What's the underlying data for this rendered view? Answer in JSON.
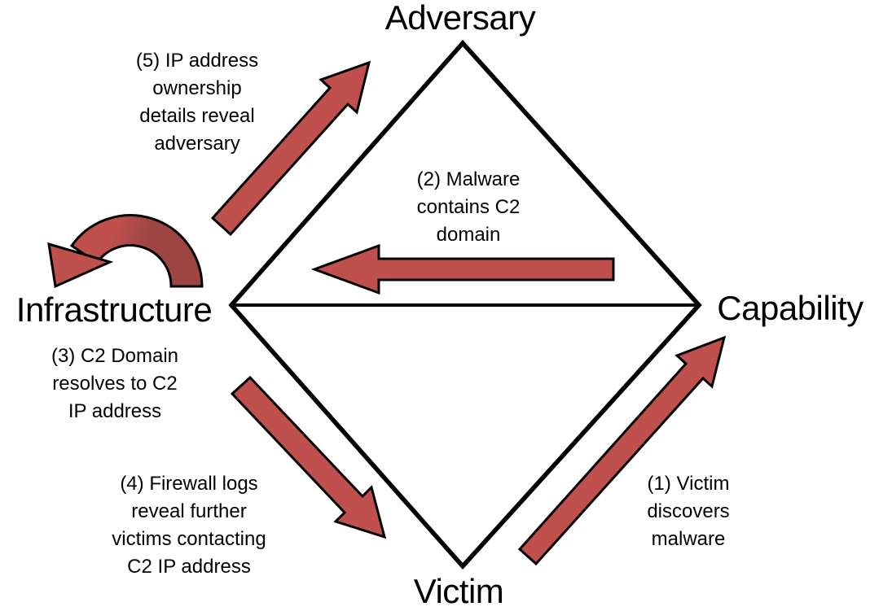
{
  "diagram": {
    "nodes": {
      "adversary": {
        "label": "Adversary"
      },
      "capability": {
        "label": "Capability"
      },
      "victim": {
        "label": "Victim"
      },
      "infrastructure": {
        "label": "Infrastructure"
      }
    },
    "steps": {
      "step1": {
        "label": "(1) Victim\ndiscovers\nmalware",
        "from": "Victim",
        "to": "Capability"
      },
      "step2": {
        "label": "(2) Malware\ncontains C2\ndomain",
        "from": "Capability",
        "to": "Infrastructure"
      },
      "step3": {
        "label": "(3) C2 Domain\nresolves to C2\nIP address",
        "from": "Infrastructure",
        "to": "Infrastructure"
      },
      "step4": {
        "label": "(4) Firewall logs\nreveal further\nvictims contacting\nC2 IP address",
        "from": "Infrastructure",
        "to": "Victim"
      },
      "step5": {
        "label": "(5) IP address\nownership\ndetails reveal\nadversary",
        "from": "Infrastructure",
        "to": "Adversary"
      }
    },
    "colors": {
      "arrow_fill": "#c0504d",
      "arrow_fill_dark": "#9e4543",
      "outline": "#000000",
      "background": "#ffffff"
    }
  }
}
